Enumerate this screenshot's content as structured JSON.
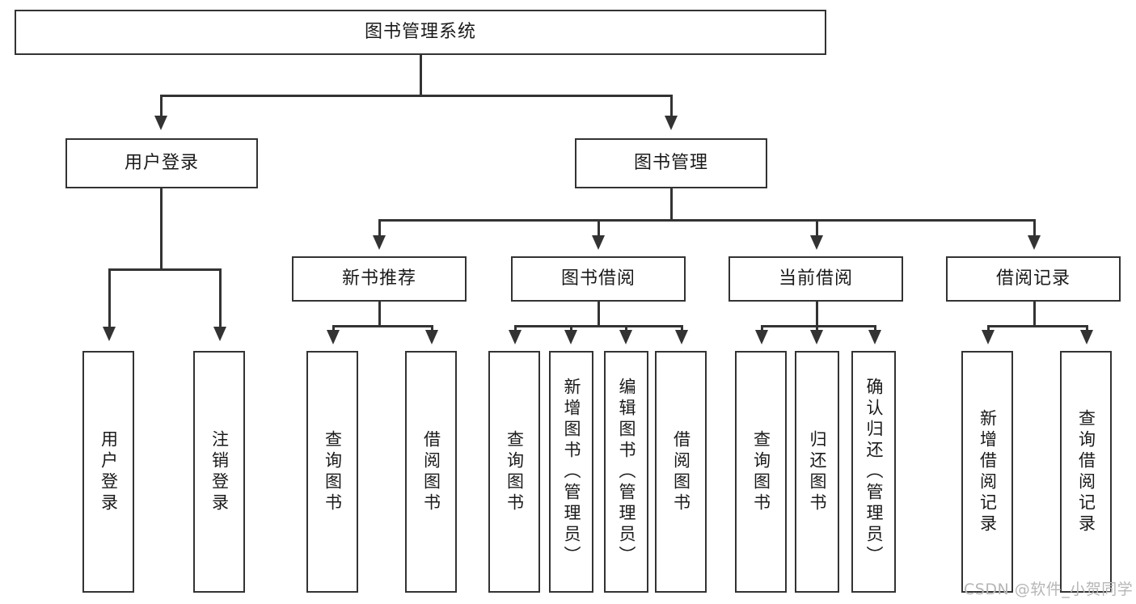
{
  "diagram": {
    "type": "tree",
    "title": "图书管理系统",
    "watermark": "CSDN @软件_小贺同学",
    "colors": {
      "background": "#ffffff",
      "stroke": "#333333",
      "text": "#1a1a1a",
      "watermark": "#b6b6b6"
    },
    "nodes": {
      "root": {
        "label": "图书管理系统"
      },
      "level2": [
        {
          "id": "user-login",
          "label": "用户登录"
        },
        {
          "id": "book-manage",
          "label": "图书管理"
        }
      ],
      "level3": [
        {
          "id": "new-book-rec",
          "label": "新书推荐"
        },
        {
          "id": "book-borrow",
          "label": "图书借阅"
        },
        {
          "id": "current-borrow",
          "label": "当前借阅"
        },
        {
          "id": "borrow-record",
          "label": "借阅记录"
        }
      ],
      "leaves": {
        "user-login": [
          {
            "id": "leaf-user-login",
            "label": "用户登录"
          },
          {
            "id": "leaf-logout-login",
            "label": "注销登录"
          }
        ],
        "new-book-rec": [
          {
            "id": "leaf-query-book-1",
            "label": "查询图书"
          },
          {
            "id": "leaf-borrow-book-1",
            "label": "借阅图书"
          }
        ],
        "book-borrow": [
          {
            "id": "leaf-query-book-2",
            "label": "查询图书"
          },
          {
            "id": "leaf-add-book",
            "label": "新增图书（管理员）"
          },
          {
            "id": "leaf-edit-book",
            "label": "编辑图书（管理员）"
          },
          {
            "id": "leaf-borrow-book-2",
            "label": "借阅图书"
          }
        ],
        "current-borrow": [
          {
            "id": "leaf-query-book-3",
            "label": "查询图书"
          },
          {
            "id": "leaf-return-book",
            "label": "归还图书"
          },
          {
            "id": "leaf-confirm-return",
            "label": "确认归还（管理员）"
          }
        ],
        "borrow-record": [
          {
            "id": "leaf-add-record",
            "label": "新增借阅记录"
          },
          {
            "id": "leaf-query-record",
            "label": "查询借阅记录"
          }
        ]
      }
    }
  }
}
